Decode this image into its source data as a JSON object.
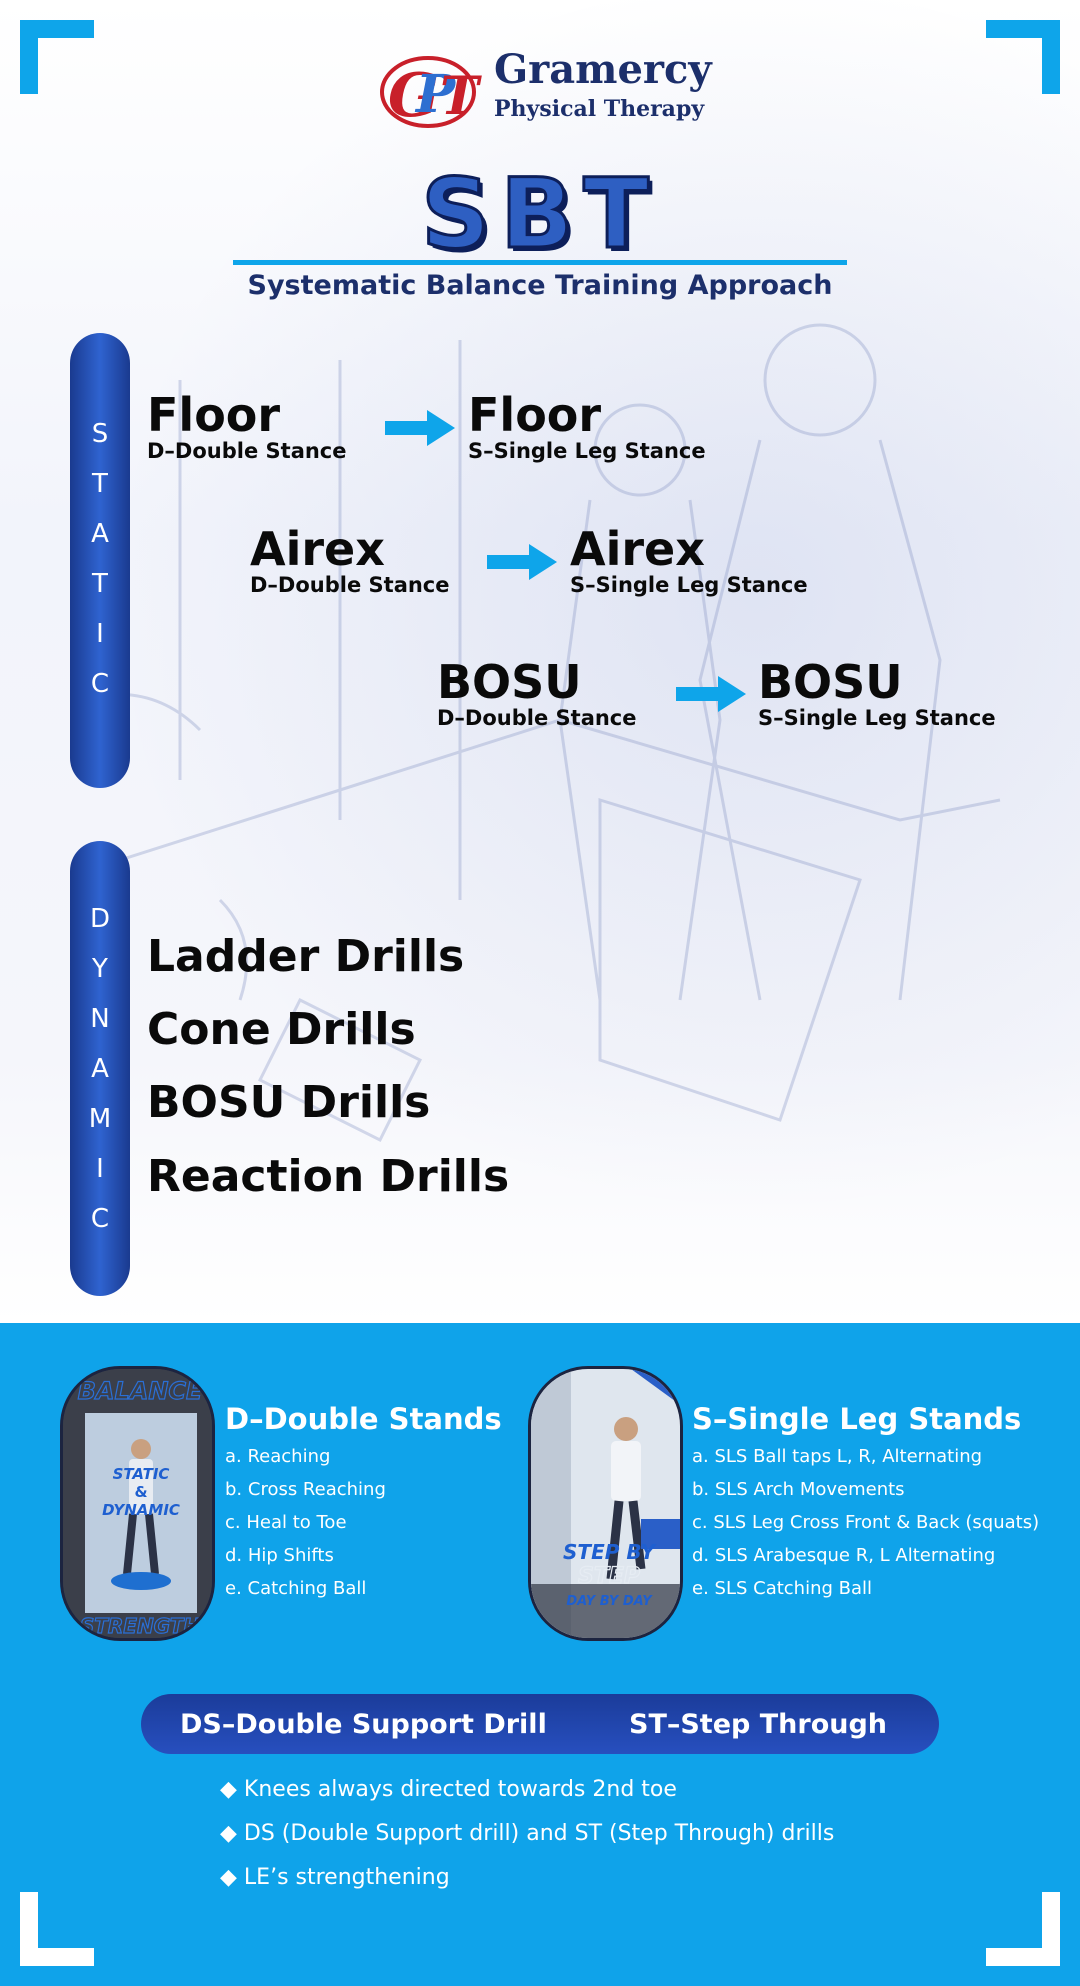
{
  "brand": {
    "logo_letters": "GPT",
    "name": "Gramercy",
    "subtitle": "Physical Therapy"
  },
  "header": {
    "title": "SBT",
    "subtitle": "Systematic Balance Training Approach"
  },
  "static": {
    "label_letters": [
      "S",
      "T",
      "A",
      "T",
      "I",
      "C"
    ],
    "stages": [
      {
        "from_name": "Floor",
        "from_desc": "D–Double Stance",
        "to_name": "Floor",
        "to_desc": "S–Single Leg Stance"
      },
      {
        "from_name": "Airex",
        "from_desc": "D–Double Stance",
        "to_name": "Airex",
        "to_desc": "S–Single Leg Stance"
      },
      {
        "from_name": "BOSU",
        "from_desc": "D–Double Stance",
        "to_name": "BOSU",
        "to_desc": "S–Single Leg Stance"
      }
    ]
  },
  "dynamic": {
    "label_letters": [
      "D",
      "Y",
      "N",
      "A",
      "M",
      "I",
      "C"
    ],
    "drills": [
      "Ladder Drills",
      "Cone Drills",
      "BOSU Drills",
      "Reaction Drills"
    ]
  },
  "double_stands": {
    "title": "D–Double Stands",
    "items": [
      "a. Reaching",
      "b. Cross Reaching",
      "c. Heal to Toe",
      "d. Hip Shifts",
      "e. Catching Ball"
    ],
    "photo_text": {
      "top": "BALANCE",
      "mid1": "STATIC",
      "mid2": "&",
      "mid3": "DYNAMIC",
      "bottom": "STRENGTH"
    }
  },
  "single_stands": {
    "title": "S–Single Leg Stands",
    "items": [
      "a. SLS Ball taps L, R, Alternating",
      "b. SLS Arch Movements",
      "c. SLS Leg Cross Front & Back (squats)",
      "d. SLS Arabesque R, L Alternating",
      "e. SLS Catching Ball"
    ],
    "photo_text": {
      "line1": "STEP BY",
      "line2": "STEP",
      "line3": "DAY BY DAY"
    }
  },
  "support": {
    "left": "DS–Double Support Drill",
    "right": "ST–Step Through"
  },
  "notes": [
    "◆ Knees always directed towards 2nd toe",
    "◆ DS (Double Support drill) and ST (Step Through) drills",
    "◆  LE’s strengthening"
  ],
  "colors": {
    "accent": "#0ea5ea",
    "navy": "#1c2f6b",
    "pill": "#2f63d0"
  }
}
